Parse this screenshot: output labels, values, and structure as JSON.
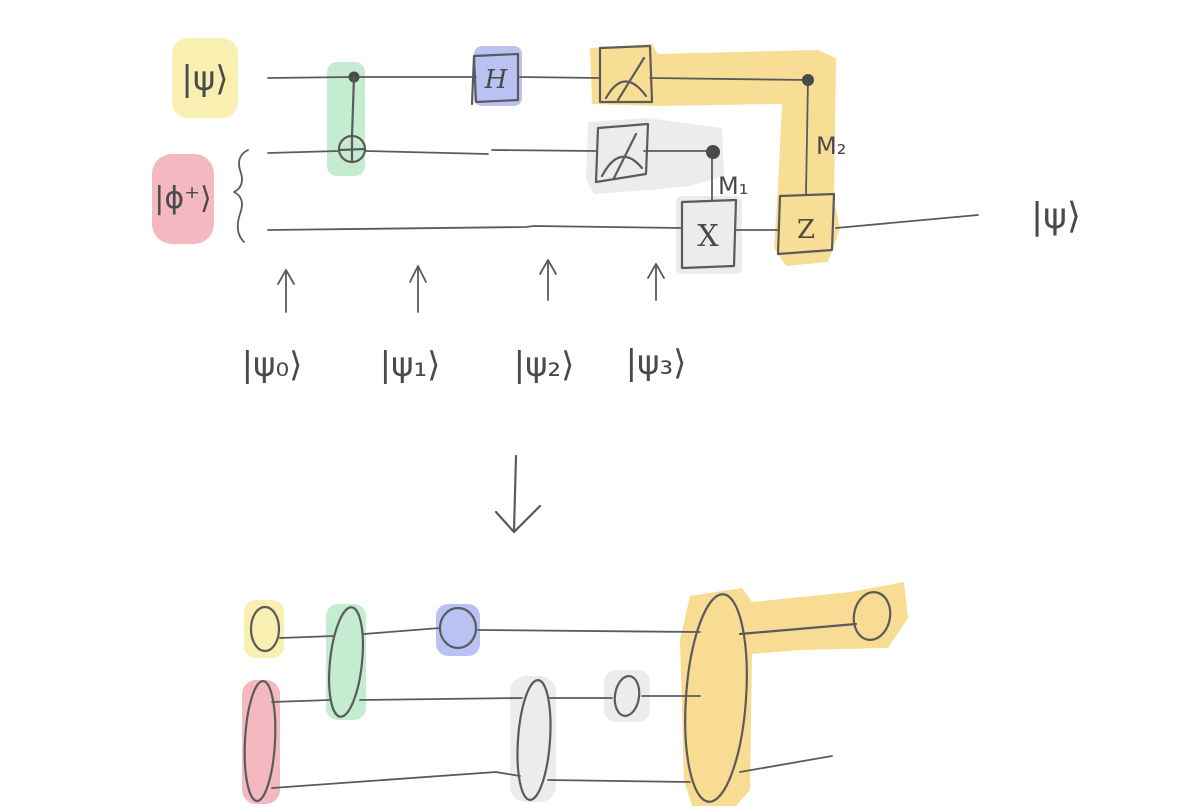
{
  "colors": {
    "psi_highlight": "#f8efb0",
    "phi_highlight": "#f4b8c0",
    "cnot_highlight": "#c4ecd0",
    "hadamard_highlight": "#b9c2f2",
    "measure_top_highlight": "#f7d98a",
    "measure_bottom_highlight": "#ececec",
    "x_gate_highlight": "#ececec",
    "ink": "#5b5b5b"
  },
  "circuit": {
    "input_state": "|ψ⟩",
    "bell_state": "|ϕ⁺⟩",
    "output_state": "|ψ⟩",
    "gates": {
      "hadamard": "H",
      "pauli_x": "X",
      "pauli_z": "Z"
    },
    "measurements": {
      "m1": "M₁",
      "m2": "M₂"
    },
    "stage_states": [
      "|ψ₀⟩",
      "|ψ₁⟩",
      "|ψ₂⟩",
      "|ψ₃⟩"
    ]
  }
}
